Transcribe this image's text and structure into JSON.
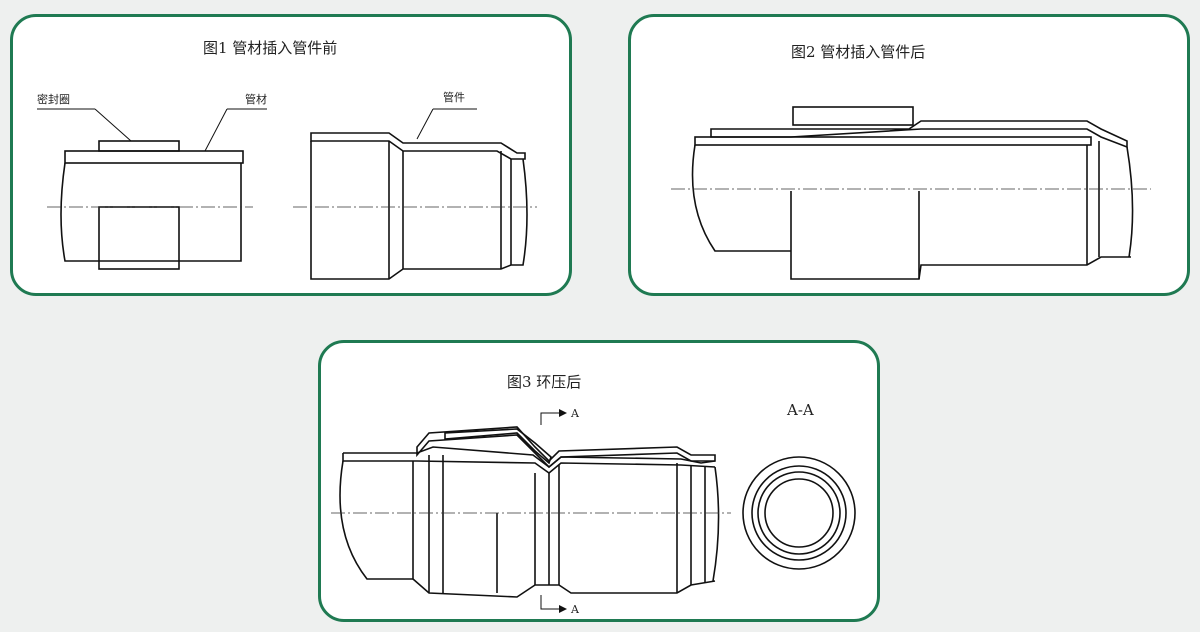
{
  "panels": [
    {
      "id": "fig1",
      "title": "图1  管材插入管件前",
      "labels": {
        "seal": "密封圈",
        "pipe": "管材",
        "fitting": "管件"
      }
    },
    {
      "id": "fig2",
      "title": "图2  管材插入管件后"
    },
    {
      "id": "fig3",
      "title": "图3  环压后",
      "labels": {
        "section_top": "A",
        "section_bottom": "A",
        "section_view": "A-A"
      }
    }
  ],
  "colors": {
    "border": "#1f7a52",
    "background": "#eef0ef",
    "panel": "#ffffff",
    "ink": "#111111"
  }
}
